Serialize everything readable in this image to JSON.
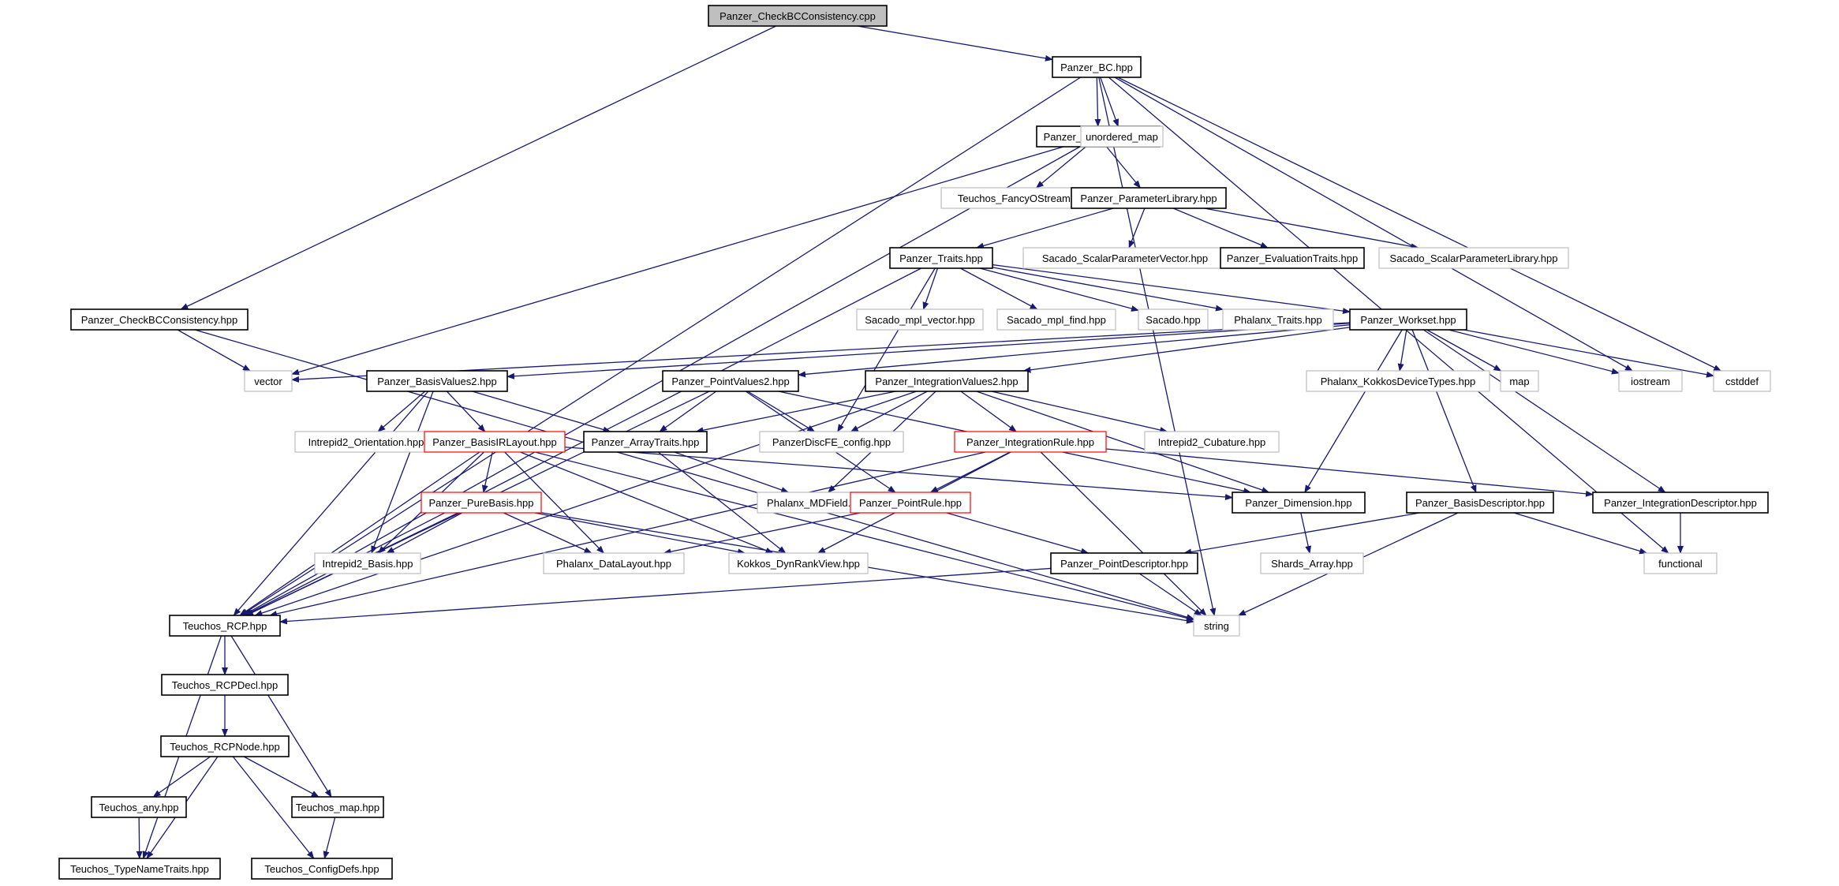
{
  "colors": {
    "edge": "#191970",
    "text": "#000000",
    "border_documented": "#000000",
    "border_external": "#bfbfbf",
    "border_truncated": "#ff0000",
    "fill_root": "#bfbfbf",
    "fill_default": "#ffffff"
  },
  "nodes": [
    {
      "id": "root",
      "label": "Panzer_CheckBCConsistency.cpp",
      "kind": "root"
    },
    {
      "id": "bc",
      "label": "Panzer_BC.hpp",
      "kind": "documented"
    },
    {
      "id": "globaldata",
      "label": "Panzer_GlobalData.hpp",
      "kind": "documented"
    },
    {
      "id": "unordered_map",
      "label": "unordered_map",
      "kind": "external"
    },
    {
      "id": "fancyostream",
      "label": "Teuchos_FancyOStream.hpp",
      "kind": "external"
    },
    {
      "id": "paramlib",
      "label": "Panzer_ParameterLibrary.hpp",
      "kind": "documented"
    },
    {
      "id": "traits",
      "label": "Panzer_Traits.hpp",
      "kind": "documented"
    },
    {
      "id": "scalarparamvec",
      "label": "Sacado_ScalarParameterVector.hpp",
      "kind": "external"
    },
    {
      "id": "evaltraits",
      "label": "Panzer_EvaluationTraits.hpp",
      "kind": "documented"
    },
    {
      "id": "scalarparamlib",
      "label": "Sacado_ScalarParameterLibrary.hpp",
      "kind": "external"
    },
    {
      "id": "checkbchpp",
      "label": "Panzer_CheckBCConsistency.hpp",
      "kind": "documented"
    },
    {
      "id": "mplvector",
      "label": "Sacado_mpl_vector.hpp",
      "kind": "external"
    },
    {
      "id": "mplfind",
      "label": "Sacado_mpl_find.hpp",
      "kind": "external"
    },
    {
      "id": "sacado",
      "label": "Sacado.hpp",
      "kind": "external"
    },
    {
      "id": "phalanxtraits",
      "label": "Phalanx_Traits.hpp",
      "kind": "external"
    },
    {
      "id": "workset",
      "label": "Panzer_Workset.hpp",
      "kind": "documented"
    },
    {
      "id": "vector",
      "label": "vector",
      "kind": "external"
    },
    {
      "id": "basisvalues2",
      "label": "Panzer_BasisValues2.hpp",
      "kind": "documented"
    },
    {
      "id": "pointvalues2",
      "label": "Panzer_PointValues2.hpp",
      "kind": "documented"
    },
    {
      "id": "integrationvalues2",
      "label": "Panzer_IntegrationValues2.hpp",
      "kind": "documented"
    },
    {
      "id": "kokkosdevtypes",
      "label": "Phalanx_KokkosDeviceTypes.hpp",
      "kind": "external"
    },
    {
      "id": "map",
      "label": "map",
      "kind": "external"
    },
    {
      "id": "iostream",
      "label": "iostream",
      "kind": "external"
    },
    {
      "id": "cstddef",
      "label": "cstddef",
      "kind": "external"
    },
    {
      "id": "orientation",
      "label": "Intrepid2_Orientation.hpp",
      "kind": "external"
    },
    {
      "id": "basisirlayout",
      "label": "Panzer_BasisIRLayout.hpp",
      "kind": "truncated"
    },
    {
      "id": "arraytraits",
      "label": "Panzer_ArrayTraits.hpp",
      "kind": "documented"
    },
    {
      "id": "discfeconfig",
      "label": "PanzerDiscFE_config.hpp",
      "kind": "external"
    },
    {
      "id": "integrationrule",
      "label": "Panzer_IntegrationRule.hpp",
      "kind": "truncated"
    },
    {
      "id": "cubature",
      "label": "Intrepid2_Cubature.hpp",
      "kind": "external"
    },
    {
      "id": "purebasis",
      "label": "Panzer_PureBasis.hpp",
      "kind": "truncated"
    },
    {
      "id": "mdfield",
      "label": "Phalanx_MDField.hpp",
      "kind": "external"
    },
    {
      "id": "pointrule",
      "label": "Panzer_PointRule.hpp",
      "kind": "truncated"
    },
    {
      "id": "dimension",
      "label": "Panzer_Dimension.hpp",
      "kind": "documented"
    },
    {
      "id": "basisdescriptor",
      "label": "Panzer_BasisDescriptor.hpp",
      "kind": "documented"
    },
    {
      "id": "integrationdescriptor",
      "label": "Panzer_IntegrationDescriptor.hpp",
      "kind": "documented"
    },
    {
      "id": "intrepidbasis",
      "label": "Intrepid2_Basis.hpp",
      "kind": "external"
    },
    {
      "id": "datalayout",
      "label": "Phalanx_DataLayout.hpp",
      "kind": "external"
    },
    {
      "id": "dynrankview",
      "label": "Kokkos_DynRankView.hpp",
      "kind": "external"
    },
    {
      "id": "pointdescriptor",
      "label": "Panzer_PointDescriptor.hpp",
      "kind": "documented"
    },
    {
      "id": "shardsarray",
      "label": "Shards_Array.hpp",
      "kind": "external"
    },
    {
      "id": "functional",
      "label": "functional",
      "kind": "external"
    },
    {
      "id": "rcp",
      "label": "Teuchos_RCP.hpp",
      "kind": "documented"
    },
    {
      "id": "string",
      "label": "string",
      "kind": "external"
    },
    {
      "id": "rcpdecl",
      "label": "Teuchos_RCPDecl.hpp",
      "kind": "documented"
    },
    {
      "id": "rcpnode",
      "label": "Teuchos_RCPNode.hpp",
      "kind": "documented"
    },
    {
      "id": "any",
      "label": "Teuchos_any.hpp",
      "kind": "documented"
    },
    {
      "id": "teuchosmap",
      "label": "Teuchos_map.hpp",
      "kind": "documented"
    },
    {
      "id": "typenametraits",
      "label": "Teuchos_TypeNameTraits.hpp",
      "kind": "documented"
    },
    {
      "id": "configdefs",
      "label": "Teuchos_ConfigDefs.hpp",
      "kind": "documented"
    }
  ],
  "edges": [
    [
      "root",
      "bc"
    ],
    [
      "root",
      "checkbchpp"
    ],
    [
      "bc",
      "globaldata"
    ],
    [
      "bc",
      "unordered_map"
    ],
    [
      "bc",
      "iostream"
    ],
    [
      "bc",
      "cstddef"
    ],
    [
      "bc",
      "functional"
    ],
    [
      "bc",
      "string"
    ],
    [
      "bc",
      "rcp"
    ],
    [
      "globaldata",
      "vector"
    ],
    [
      "globaldata",
      "fancyostream"
    ],
    [
      "globaldata",
      "paramlib"
    ],
    [
      "globaldata",
      "rcp"
    ],
    [
      "paramlib",
      "traits"
    ],
    [
      "paramlib",
      "scalarparamvec"
    ],
    [
      "paramlib",
      "evaltraits"
    ],
    [
      "paramlib",
      "scalarparamlib"
    ],
    [
      "traits",
      "mplvector"
    ],
    [
      "traits",
      "mplfind"
    ],
    [
      "traits",
      "sacado"
    ],
    [
      "traits",
      "phalanxtraits"
    ],
    [
      "traits",
      "workset"
    ],
    [
      "traits",
      "discfeconfig"
    ],
    [
      "traits",
      "rcp"
    ],
    [
      "checkbchpp",
      "vector"
    ],
    [
      "checkbchpp",
      "string"
    ],
    [
      "workset",
      "vector"
    ],
    [
      "workset",
      "basisvalues2"
    ],
    [
      "workset",
      "pointvalues2"
    ],
    [
      "workset",
      "integrationvalues2"
    ],
    [
      "workset",
      "kokkosdevtypes"
    ],
    [
      "workset",
      "map"
    ],
    [
      "workset",
      "iostream"
    ],
    [
      "workset",
      "cstddef"
    ],
    [
      "workset",
      "dimension"
    ],
    [
      "workset",
      "basisdescriptor"
    ],
    [
      "workset",
      "integrationdescriptor"
    ],
    [
      "basisvalues2",
      "orientation"
    ],
    [
      "basisvalues2",
      "basisirlayout"
    ],
    [
      "basisvalues2",
      "arraytraits"
    ],
    [
      "basisvalues2",
      "intrepidbasis"
    ],
    [
      "basisvalues2",
      "rcp"
    ],
    [
      "pointvalues2",
      "arraytraits"
    ],
    [
      "pointvalues2",
      "discfeconfig"
    ],
    [
      "pointvalues2",
      "pointrule"
    ],
    [
      "pointvalues2",
      "dimension"
    ],
    [
      "pointvalues2",
      "rcp"
    ],
    [
      "integrationvalues2",
      "arraytraits"
    ],
    [
      "integrationvalues2",
      "discfeconfig"
    ],
    [
      "integrationvalues2",
      "integrationrule"
    ],
    [
      "integrationvalues2",
      "cubature"
    ],
    [
      "integrationvalues2",
      "dimension"
    ],
    [
      "integrationvalues2",
      "mdfield"
    ],
    [
      "integrationvalues2",
      "rcp"
    ],
    [
      "basisirlayout",
      "purebasis"
    ],
    [
      "basisirlayout",
      "dimension"
    ],
    [
      "basisirlayout",
      "intrepidbasis"
    ],
    [
      "basisirlayout",
      "datalayout"
    ],
    [
      "basisirlayout",
      "dynrankview"
    ],
    [
      "basisirlayout",
      "string"
    ],
    [
      "basisirlayout",
      "rcp"
    ],
    [
      "arraytraits",
      "mdfield"
    ],
    [
      "arraytraits",
      "dynrankview"
    ],
    [
      "integrationrule",
      "pointrule"
    ],
    [
      "integrationrule",
      "integrationdescriptor"
    ],
    [
      "integrationrule",
      "dynrankview"
    ],
    [
      "integrationrule",
      "string"
    ],
    [
      "integrationrule",
      "rcp"
    ],
    [
      "purebasis",
      "intrepidbasis"
    ],
    [
      "purebasis",
      "datalayout"
    ],
    [
      "purebasis",
      "dynrankview"
    ],
    [
      "purebasis",
      "string"
    ],
    [
      "purebasis",
      "rcp"
    ],
    [
      "pointrule",
      "datalayout"
    ],
    [
      "pointrule",
      "pointdescriptor"
    ],
    [
      "dimension",
      "shardsarray"
    ],
    [
      "basisdescriptor",
      "pointdescriptor"
    ],
    [
      "basisdescriptor",
      "functional"
    ],
    [
      "basisdescriptor",
      "string"
    ],
    [
      "integrationdescriptor",
      "functional"
    ],
    [
      "pointdescriptor",
      "string"
    ],
    [
      "pointdescriptor",
      "rcp"
    ],
    [
      "rcp",
      "rcpdecl"
    ],
    [
      "rcp",
      "teuchosmap"
    ],
    [
      "rcp",
      "typenametraits"
    ],
    [
      "rcpdecl",
      "rcpnode"
    ],
    [
      "rcpnode",
      "any"
    ],
    [
      "rcpnode",
      "teuchosmap"
    ],
    [
      "rcpnode",
      "typenametraits"
    ],
    [
      "rcpnode",
      "configdefs"
    ],
    [
      "any",
      "typenametraits"
    ],
    [
      "teuchosmap",
      "configdefs"
    ]
  ]
}
